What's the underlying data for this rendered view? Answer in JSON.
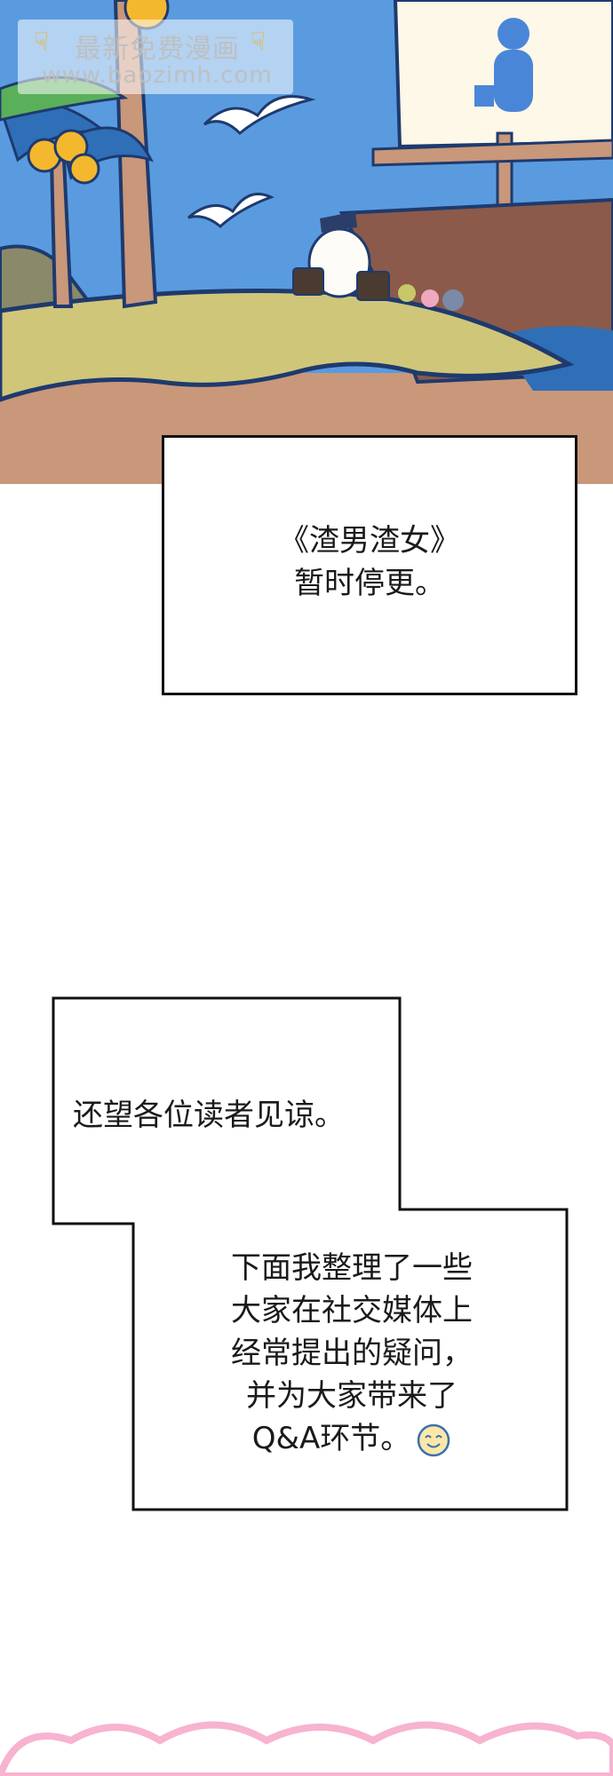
{
  "watermark": {
    "line1": "最新免费漫画",
    "line2": "www.baozimh.com",
    "hand_icon": "pointing-hand-icon"
  },
  "panel1": {
    "line1": "《渣男渣女》",
    "line2": "暂时停更。"
  },
  "panel2": {
    "line1": "还望各位读者见谅。"
  },
  "panel3": {
    "lines": [
      "下面我整理了一些",
      "大家在社交媒体上",
      "经常提出的疑问，",
      "并为大家带来了",
      "Q&A环节。"
    ],
    "emoji": "smiling-face-icon"
  },
  "colors": {
    "sky": "#5a9be0",
    "ink": "#1e3a6e",
    "grass": "#cfc67a",
    "sand": "#c9977a",
    "hull": "#8b5a4a",
    "sail": "#fdf8e8",
    "pink": "#f7b3cf"
  }
}
